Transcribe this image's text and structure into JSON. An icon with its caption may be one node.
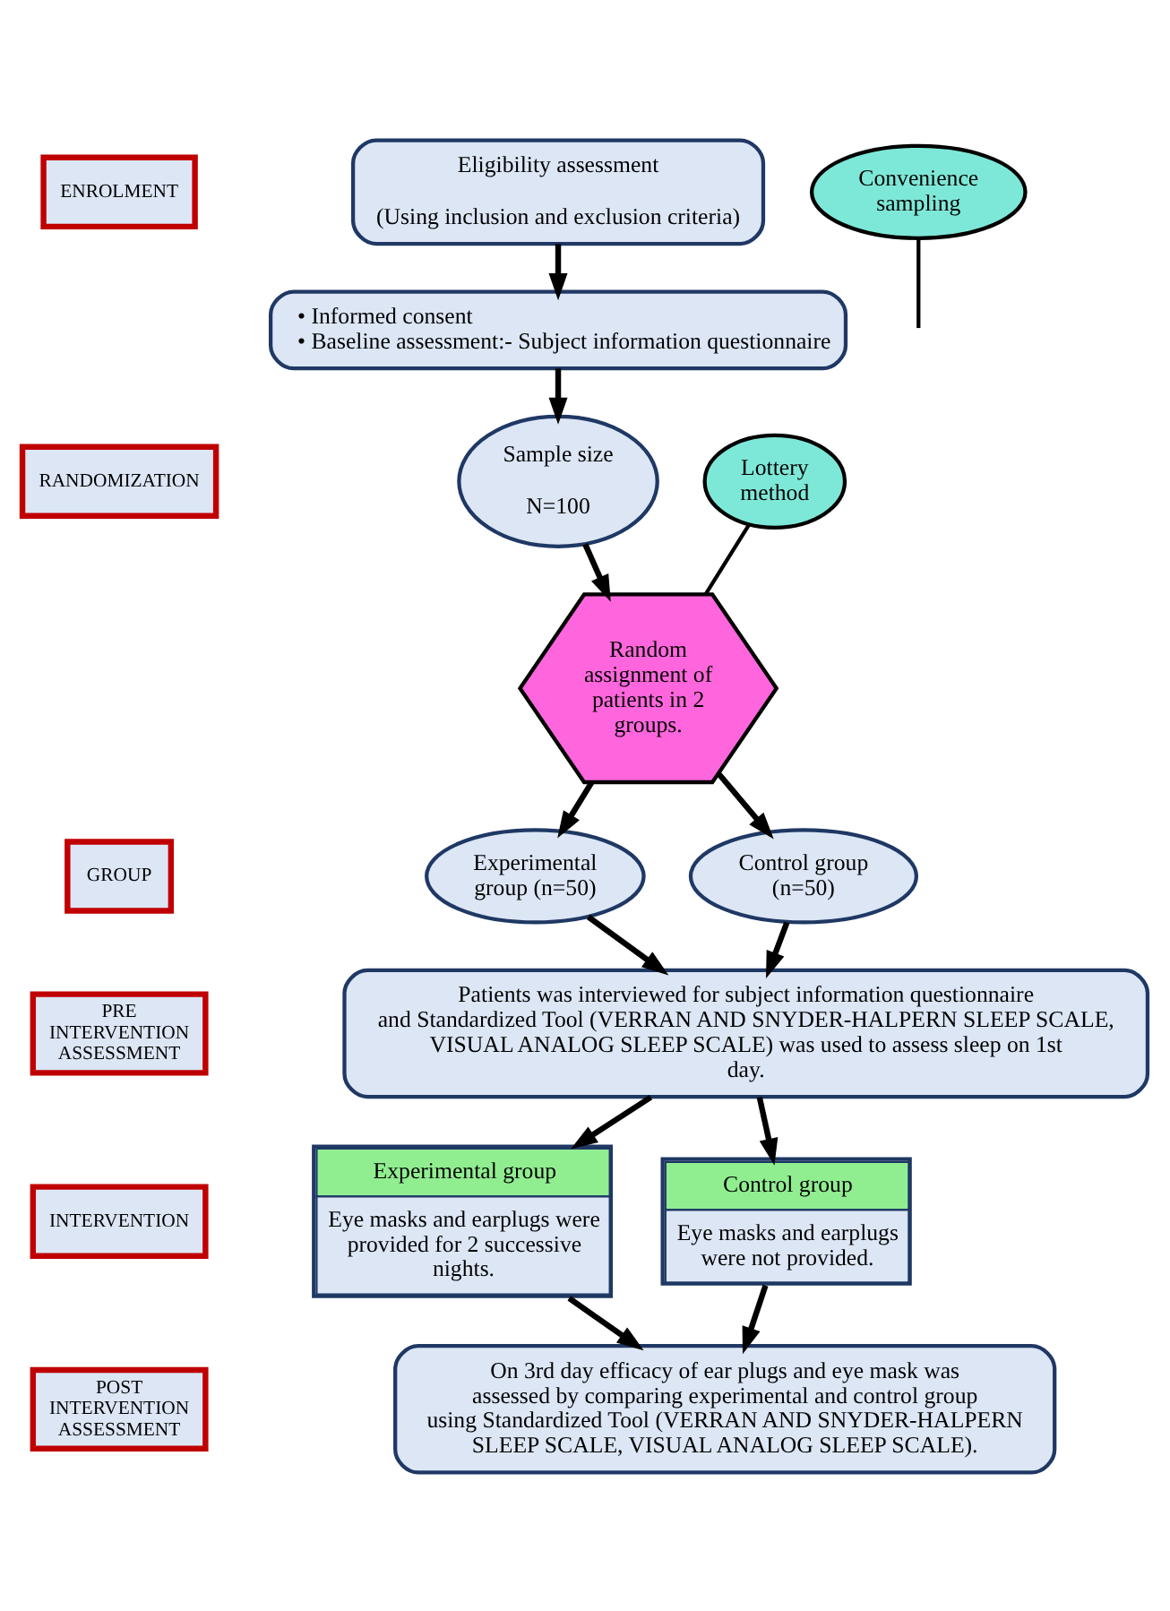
{
  "diagram": {
    "nodes": [
      {
        "text": [
          "ENROLMENT"
        ]
      },
      {
        "text": [
          "RANDOMIZATION"
        ]
      },
      {
        "text": [
          "GROUP"
        ]
      },
      {
        "text": [
          "PRE INTERVENTION ASSESSMENT"
        ]
      },
      {
        "text": [
          "INTERVENTION"
        ]
      },
      {
        "text": [
          "POST INTERVENTION ASSESSMENT"
        ]
      },
      {
        "text": [
          "Eligibility assessment",
          "(Using inclusion and exclusion criteria)"
        ]
      },
      {
        "text": [
          "• Informed consent",
          "• Baseline assessment:- Subject information questionnaire"
        ]
      },
      {
        "text": [
          "Convenience sampling"
        ]
      },
      {
        "text": [
          "Sample size",
          "N=100"
        ]
      },
      {
        "text": [
          "Lottery method"
        ]
      },
      {
        "text": [
          "Random assignment of patients in 2 groups."
        ]
      },
      {
        "text": [
          "Experimental group (n=50)"
        ]
      },
      {
        "text": [
          "Control group (n=50)"
        ]
      },
      {
        "text": [
          "Patients was interviewed for subject information questionnaire and Standardized Tool (VERRAN AND SNYDER-HALPERN SLEEP SCALE, VISUAL ANALOG SLEEP SCALE) was used to assess sleep on 1st day."
        ]
      },
      {
        "text": [
          "Experimental group",
          "Eye masks and earplugs were provided for 2 successive nights."
        ]
      },
      {
        "text": [
          "Control group",
          "Eye masks and earplugs were not provided."
        ]
      },
      {
        "text": [
          "On 3rd day efficacy of ear plugs and eye mask was assessed by comparing experimental and control group using Standardized Tool (VERRAN AND SNYDER-HALPERN SLEEP SCALE, VISUAL ANALOG SLEEP SCALE)."
        ]
      }
    ],
    "edges": [
      {
        "from": 6,
        "to": 7,
        "arrow": "to"
      },
      {
        "from": 7,
        "to": 9,
        "arrow": "to"
      },
      {
        "from": 8,
        "to": null,
        "arrow": "none"
      },
      {
        "from": 9,
        "to": 11,
        "arrow": "to"
      },
      {
        "from": 10,
        "to": 11,
        "arrow": "none"
      },
      {
        "from": 11,
        "to": 12,
        "arrow": "to"
      },
      {
        "from": 11,
        "to": 13,
        "arrow": "to"
      },
      {
        "from": 12,
        "to": 14,
        "arrow": "to"
      },
      {
        "from": 13,
        "to": 14,
        "arrow": "to"
      },
      {
        "from": 14,
        "to": 15,
        "arrow": "to"
      },
      {
        "from": 14,
        "to": 16,
        "arrow": "to"
      },
      {
        "from": 15,
        "to": 17,
        "arrow": "to"
      },
      {
        "from": 16,
        "to": 17,
        "arrow": "to"
      }
    ]
  }
}
